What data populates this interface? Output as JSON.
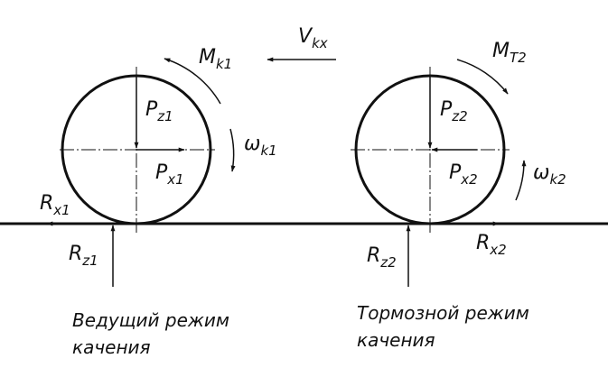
{
  "colors": {
    "ink": "#111111",
    "background": "#ffffff"
  },
  "velocity": {
    "main": "V",
    "sub": "kx"
  },
  "wheel_left": {
    "moment": {
      "main": "M",
      "sub": "k1"
    },
    "pz": {
      "main": "P",
      "sub": "z1"
    },
    "px": {
      "main": "P",
      "sub": "x1"
    },
    "omega": {
      "main": "ω",
      "sub": "k1"
    },
    "rx": {
      "main": "R",
      "sub": "x1"
    },
    "rz": {
      "main": "R",
      "sub": "z1"
    },
    "caption_line1": "Ведущий режим",
    "caption_line2": "качения"
  },
  "wheel_right": {
    "moment": {
      "main": "M",
      "sub": "T2"
    },
    "pz": {
      "main": "P",
      "sub": "z2"
    },
    "px": {
      "main": "P",
      "sub": "x2"
    },
    "omega": {
      "main": "ω",
      "sub": "k2"
    },
    "rx": {
      "main": "R",
      "sub": "x2"
    },
    "rz": {
      "main": "R",
      "sub": "z2"
    },
    "caption_line1": "Тормозной режим",
    "caption_line2": "качения"
  }
}
